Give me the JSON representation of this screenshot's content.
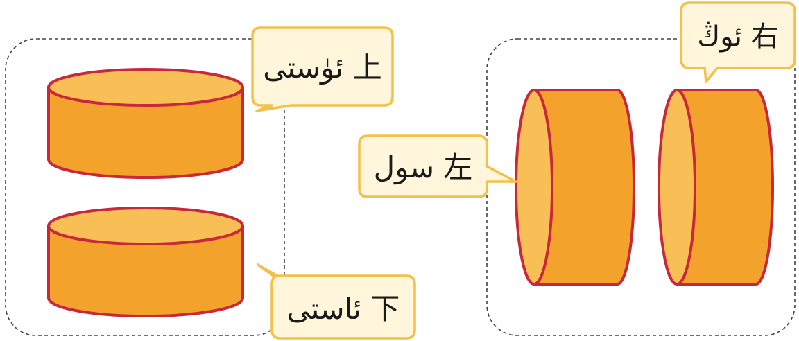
{
  "labels": {
    "top": "ئۈستى 上",
    "bottom": "ئاستى 下",
    "left": "سول 左",
    "right": "ئوڭ 右"
  },
  "colors": {
    "cylinder_side": "#f3a32c",
    "cylinder_top": "#f7bf55",
    "cylinder_outline": "#c8283a",
    "bubble_fill": "#fff6dc",
    "bubble_stroke": "#f4c04a",
    "group_border": "#444444"
  }
}
